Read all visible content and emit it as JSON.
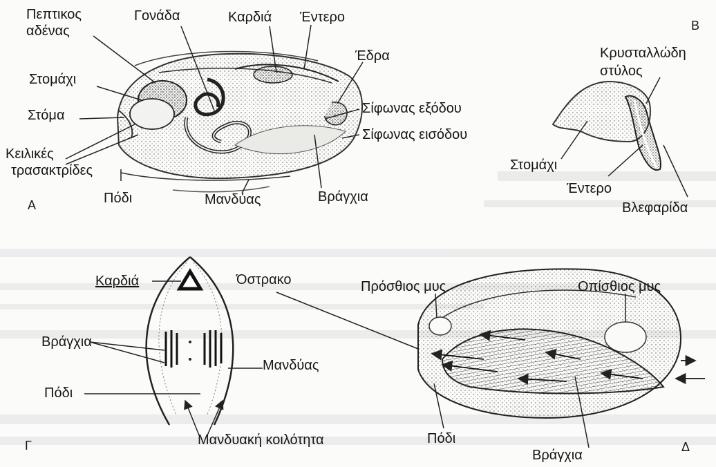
{
  "panels": {
    "A": "Α",
    "B": "Β",
    "C": "Γ",
    "D": "Δ"
  },
  "panel_a": {
    "digestive_gland_1": "Πεπτικος",
    "digestive_gland_2": "αδένας",
    "gonad": "Γονάδα",
    "heart": "Καρδιά",
    "intestine": "Έντερο",
    "anus": "Έδρα",
    "stomach": "Στομάχι",
    "mouth": "Στόμα",
    "exhalant_siphon": "Σίφωνας εξόδου",
    "inhalant_siphon": "Σίφωνας εισόδου",
    "labial_palps_1": "Κειλικές",
    "labial_palps_2": "τρασακτρίδες",
    "foot": "Πόδι",
    "mantle": "Μανδύας",
    "gills": "Βράγχια"
  },
  "panel_b": {
    "crystalline_style_1": "Κρυσταλλώδη",
    "crystalline_style_2": "στύλος",
    "stomach": "Στομάχι",
    "intestine": "Έντερο",
    "cilium": "Βλεφαρίδα"
  },
  "panel_c": {
    "heart": "Καρδιά",
    "gills": "Βράγχια",
    "foot": "Πόδι",
    "mantle": "Μανδύας",
    "mantle_cavity": "Μανδυακή κοιλότητα"
  },
  "panel_d": {
    "shell": "Όστρακο",
    "anterior_muscle": "Πρόσθιος μυς",
    "posterior_muscle": "Οπίσθιος μυς",
    "foot": "Πόδι",
    "gills": "Βράγχια"
  }
}
